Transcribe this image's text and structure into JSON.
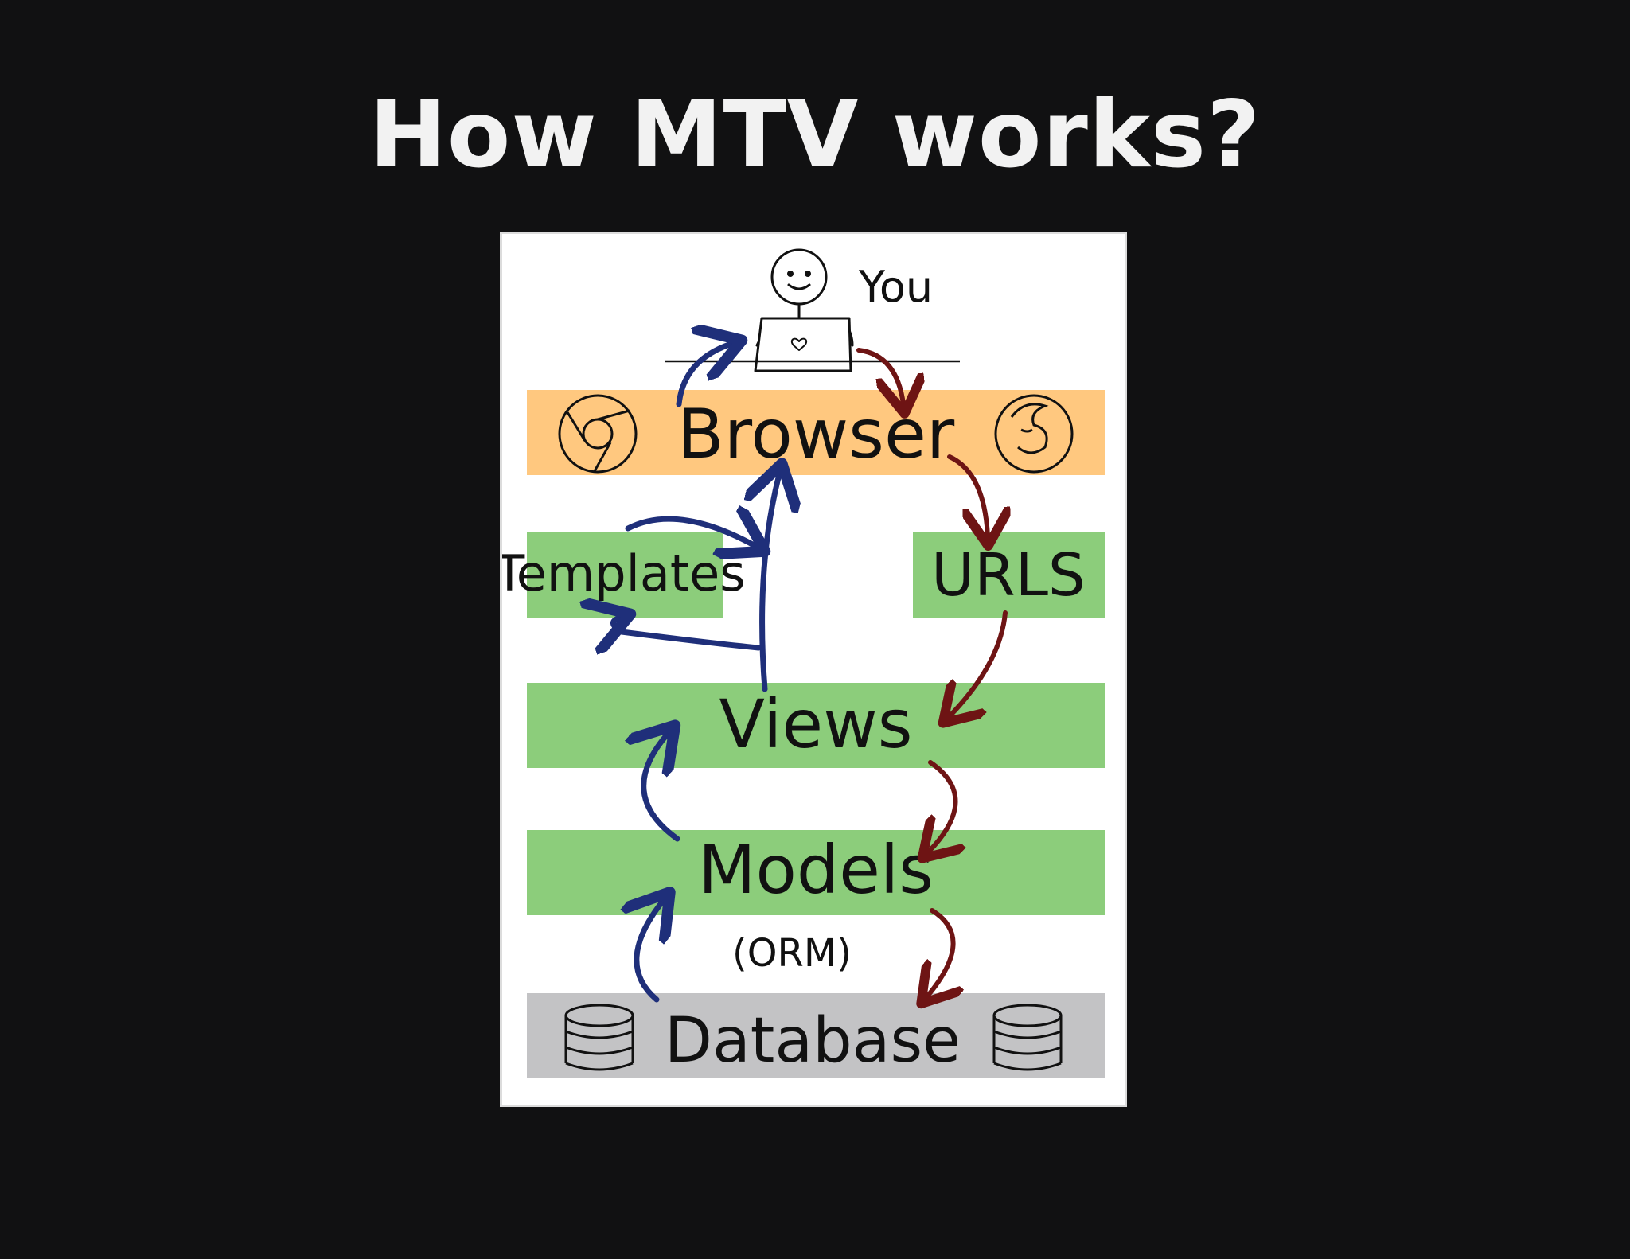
{
  "slide": {
    "title": "How MTV works?"
  },
  "diagram": {
    "user_label": "You",
    "layers": {
      "browser": "Browser",
      "templates": "Templates",
      "urls": "URLS",
      "views": "Views",
      "models": "Models",
      "orm": "(ORM)",
      "database": "Database"
    },
    "colors": {
      "browser_band": "#ffc87f",
      "green_band": "#8ccd7b",
      "database_band": "#c3c3c5",
      "response_arrow": "#1f2f7a",
      "request_arrow": "#6e1414"
    },
    "icons": {
      "browser_left": "chrome-icon",
      "browser_right": "firefox-icon",
      "database_left": "database-icon",
      "database_right": "database-icon",
      "user": "stick-figure-icon",
      "laptop": "laptop-icon"
    }
  }
}
